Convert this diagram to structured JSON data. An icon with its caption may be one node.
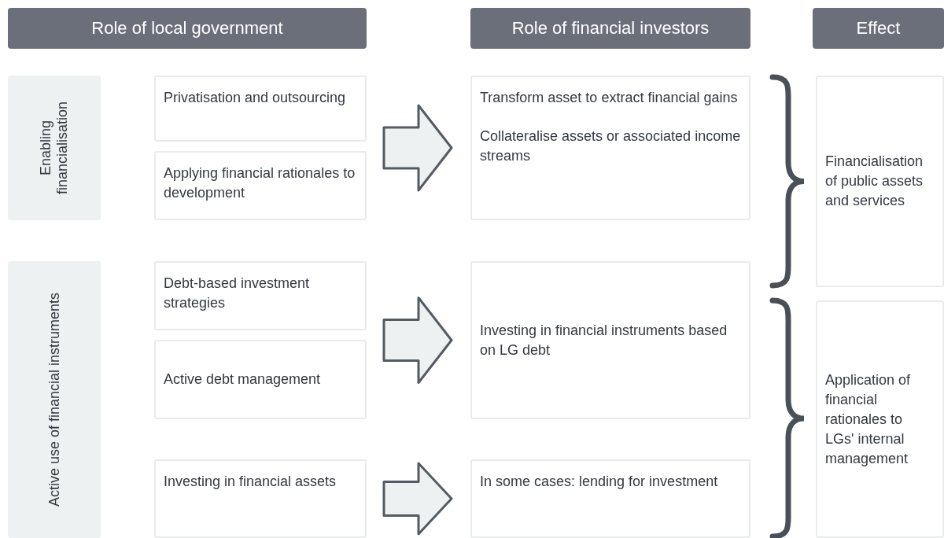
{
  "diagram": {
    "nodes": [
      {
        "text": [
          "Role of local government"
        ]
      },
      {
        "text": [
          "Role of financial investors"
        ]
      },
      {
        "text": [
          "Effect"
        ]
      },
      {
        "text": [
          "Enabling financialisation"
        ]
      },
      {
        "text": [
          "Privatisation and outsourcing"
        ]
      },
      {
        "text": [
          "Applying financial rationales to development"
        ]
      },
      {
        "text": [
          "Transform asset to extract financial gains",
          "Collateralise assets or associated income streams"
        ]
      },
      {
        "text": [
          "Financialisation of public assets and services"
        ]
      },
      {
        "text": [
          "Active use of financial instruments"
        ]
      },
      {
        "text": [
          "Debt-based investment strategies"
        ]
      },
      {
        "text": [
          "Active debt management"
        ]
      },
      {
        "text": [
          "Investing in financial instruments based on LG debt"
        ]
      },
      {
        "text": [
          "Investing in financial assets"
        ]
      },
      {
        "text": [
          "In some cases: lending for investment"
        ]
      },
      {
        "text": [
          "Application of financial rationales to LGs' internal management"
        ]
      }
    ],
    "edges": [
      {
        "from": 4,
        "to": 6,
        "arrow": "to"
      },
      {
        "from": 5,
        "to": 6,
        "arrow": "to"
      },
      {
        "from": 9,
        "to": 11,
        "arrow": "to"
      },
      {
        "from": 10,
        "to": 11,
        "arrow": "to"
      },
      {
        "from": 12,
        "to": 13,
        "arrow": "to"
      }
    ]
  }
}
